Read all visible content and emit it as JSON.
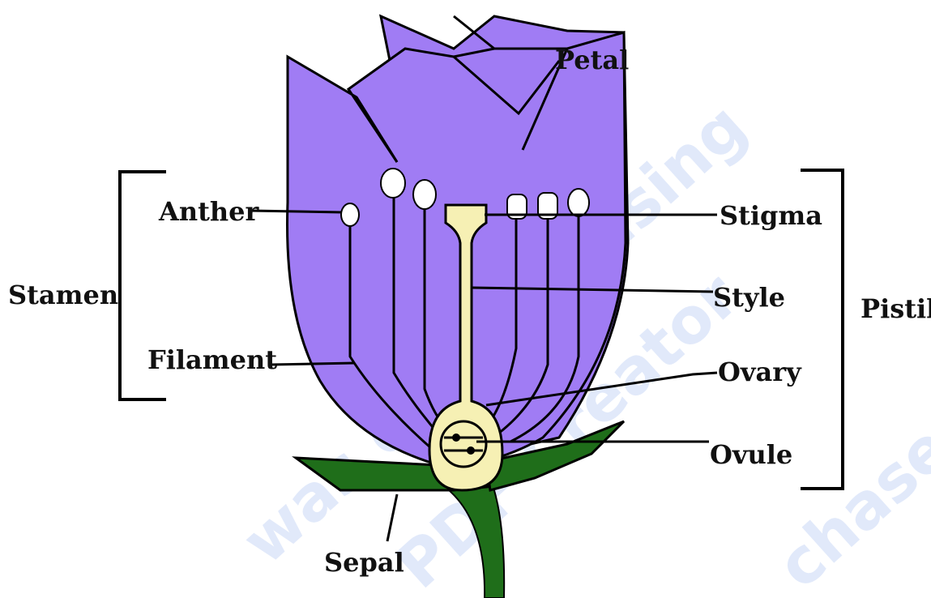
{
  "labels": {
    "petal": "Petal",
    "anther": "Anther",
    "stigma": "Stigma",
    "stamen": "Stamen",
    "style": "Style",
    "pistil": "Pistil",
    "filament": "Filament",
    "ovary": "Ovary",
    "ovule": "Ovule",
    "sepal": "Sepal"
  },
  "watermark": {
    "line1": "was created using",
    "line2": "PDF Creator",
    "line3": "chase"
  },
  "colors": {
    "petal": "#a07cf4",
    "petal_outline": "#000000",
    "pistil": "#f6f0b4",
    "stem": "#1f6e1a",
    "line": "#000000"
  }
}
